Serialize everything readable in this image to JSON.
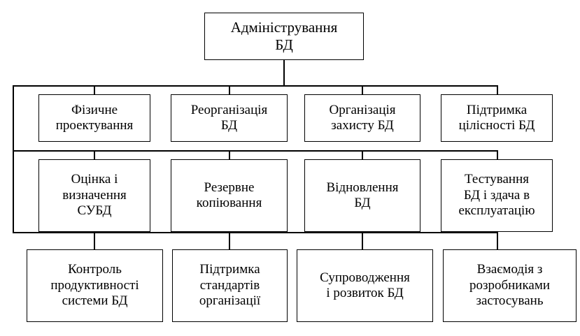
{
  "diagram": {
    "title_node": {
      "label": "Адміністрування\nБД"
    },
    "rows": [
      {
        "name": "row-2",
        "nodes": [
          {
            "label": "Фізичне\nпроектування"
          },
          {
            "label": "Реорганізація\nБД"
          },
          {
            "label": "Організація\nзахисту БД"
          },
          {
            "label": "Підтримка\nцілісності БД"
          }
        ]
      },
      {
        "name": "row-3",
        "nodes": [
          {
            "label": "Оцінка і\nвизначення\nСУБД"
          },
          {
            "label": "Резервне\nкопіювання"
          },
          {
            "label": "Відновлення\nБД"
          },
          {
            "label": "Тестування\nБД і здача в\nексплуатацію"
          }
        ]
      },
      {
        "name": "row-4",
        "nodes": [
          {
            "label": "Контроль\nпродуктивності\nсистеми  БД"
          },
          {
            "label": "Підтримка\nстандартів\nорганізації"
          },
          {
            "label": "Супроводження\nі розвиток БД"
          },
          {
            "label": "Взаємодія з\nрозробниками\nзастосувань"
          }
        ]
      }
    ],
    "colors": {
      "line": "#000000",
      "box_fill": "#ffffff",
      "text": "#000000",
      "background": "#ffffff"
    }
  }
}
